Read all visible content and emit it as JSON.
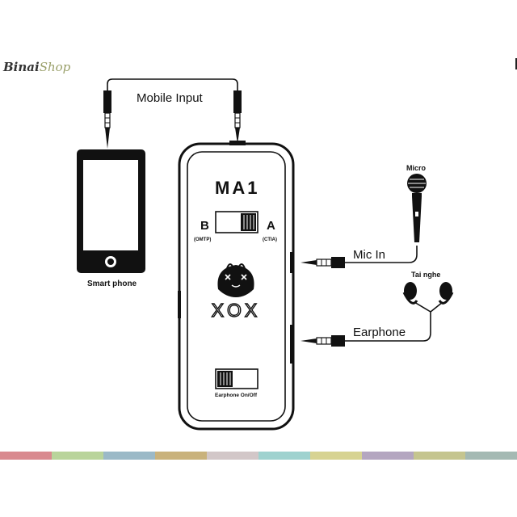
{
  "brand": {
    "part1": "Binai",
    "part2": "Shop"
  },
  "labels": {
    "mobile_input": "Mobile Input",
    "smart_phone": "Smart phone",
    "device_model": "MA1",
    "switch_b": "B",
    "switch_b_sub": "(OMTP)",
    "switch_a": "A",
    "switch_a_sub": "(CTIA)",
    "logo_text": "XOX",
    "earphone_switch": "Earphone On/Off",
    "micro": "Micro",
    "mic_in": "Mic In",
    "tai_nghe": "Tai nghe",
    "earphone": "Earphone"
  },
  "stripe_colors": [
    "#d98a8f",
    "#b9d49b",
    "#9bb9c7",
    "#c9b27c",
    "#d2c7c8",
    "#9fd2cf",
    "#d7d392",
    "#b4a6c0",
    "#c5c58f",
    "#a4b9b3"
  ]
}
